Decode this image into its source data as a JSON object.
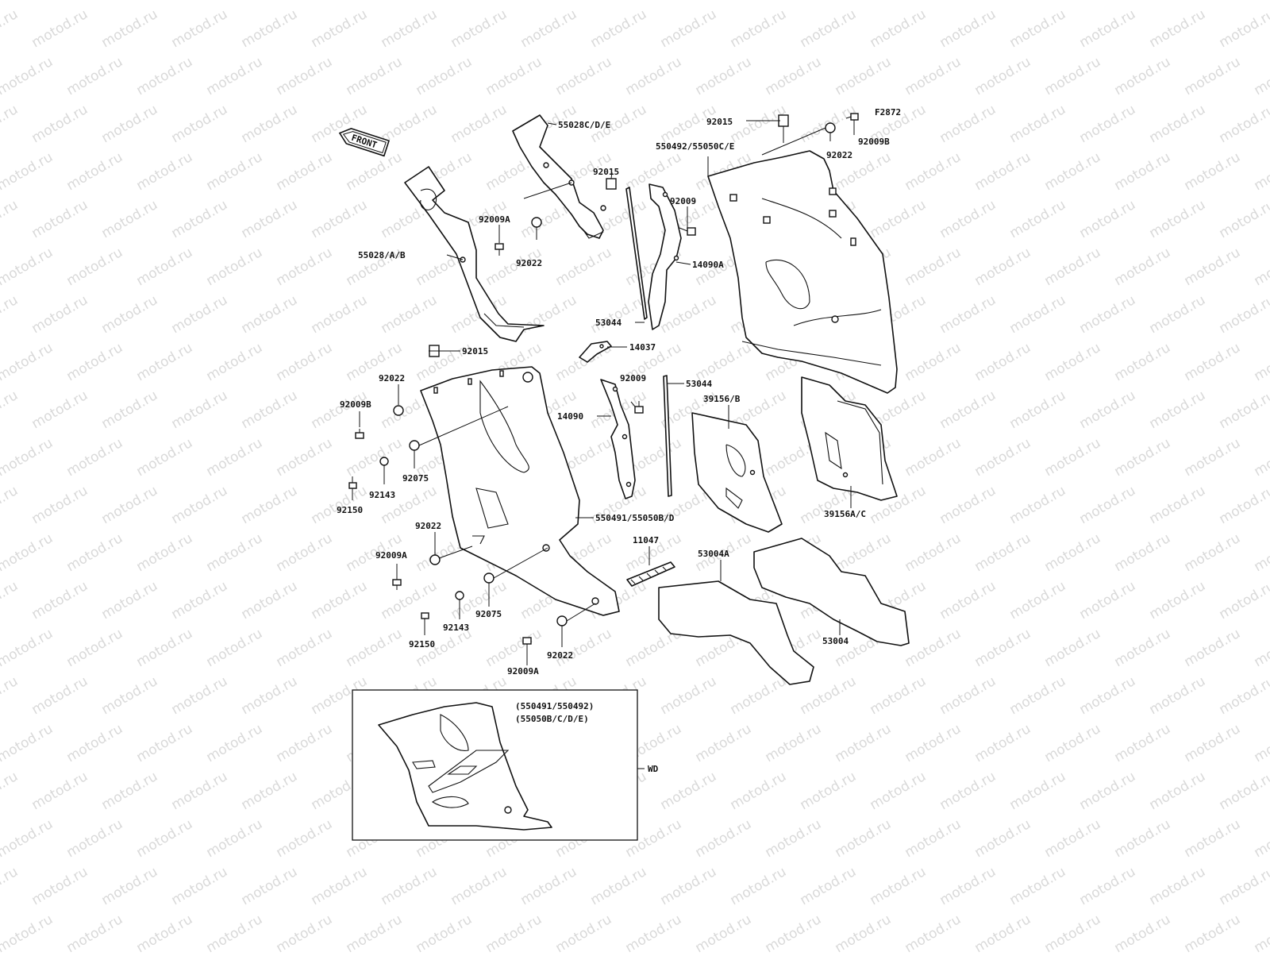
{
  "diagram": {
    "code": "F2872",
    "front_label": "FRONT",
    "watermark": "motod.ru",
    "inset": {
      "title_line1": "(550491/550492)",
      "title_line2": "(55050B/C/D/E)",
      "variant": "WD"
    },
    "labels": [
      "55028C/D/E",
      "92015",
      "92009A",
      "92022",
      "55028/A/B",
      "92015",
      "550492/55050C/E",
      "92009B",
      "92022",
      "92009",
      "14090A",
      "53044",
      "14037",
      "92015",
      "92022",
      "92009B",
      "92075",
      "92143",
      "92150",
      "92009",
      "53044",
      "14090",
      "39156/B",
      "39156A/C",
      "550491/55050B/D",
      "92022",
      "92009A",
      "11047",
      "53004A",
      "92075",
      "92143",
      "92150",
      "92022",
      "92009A",
      "53004"
    ]
  }
}
